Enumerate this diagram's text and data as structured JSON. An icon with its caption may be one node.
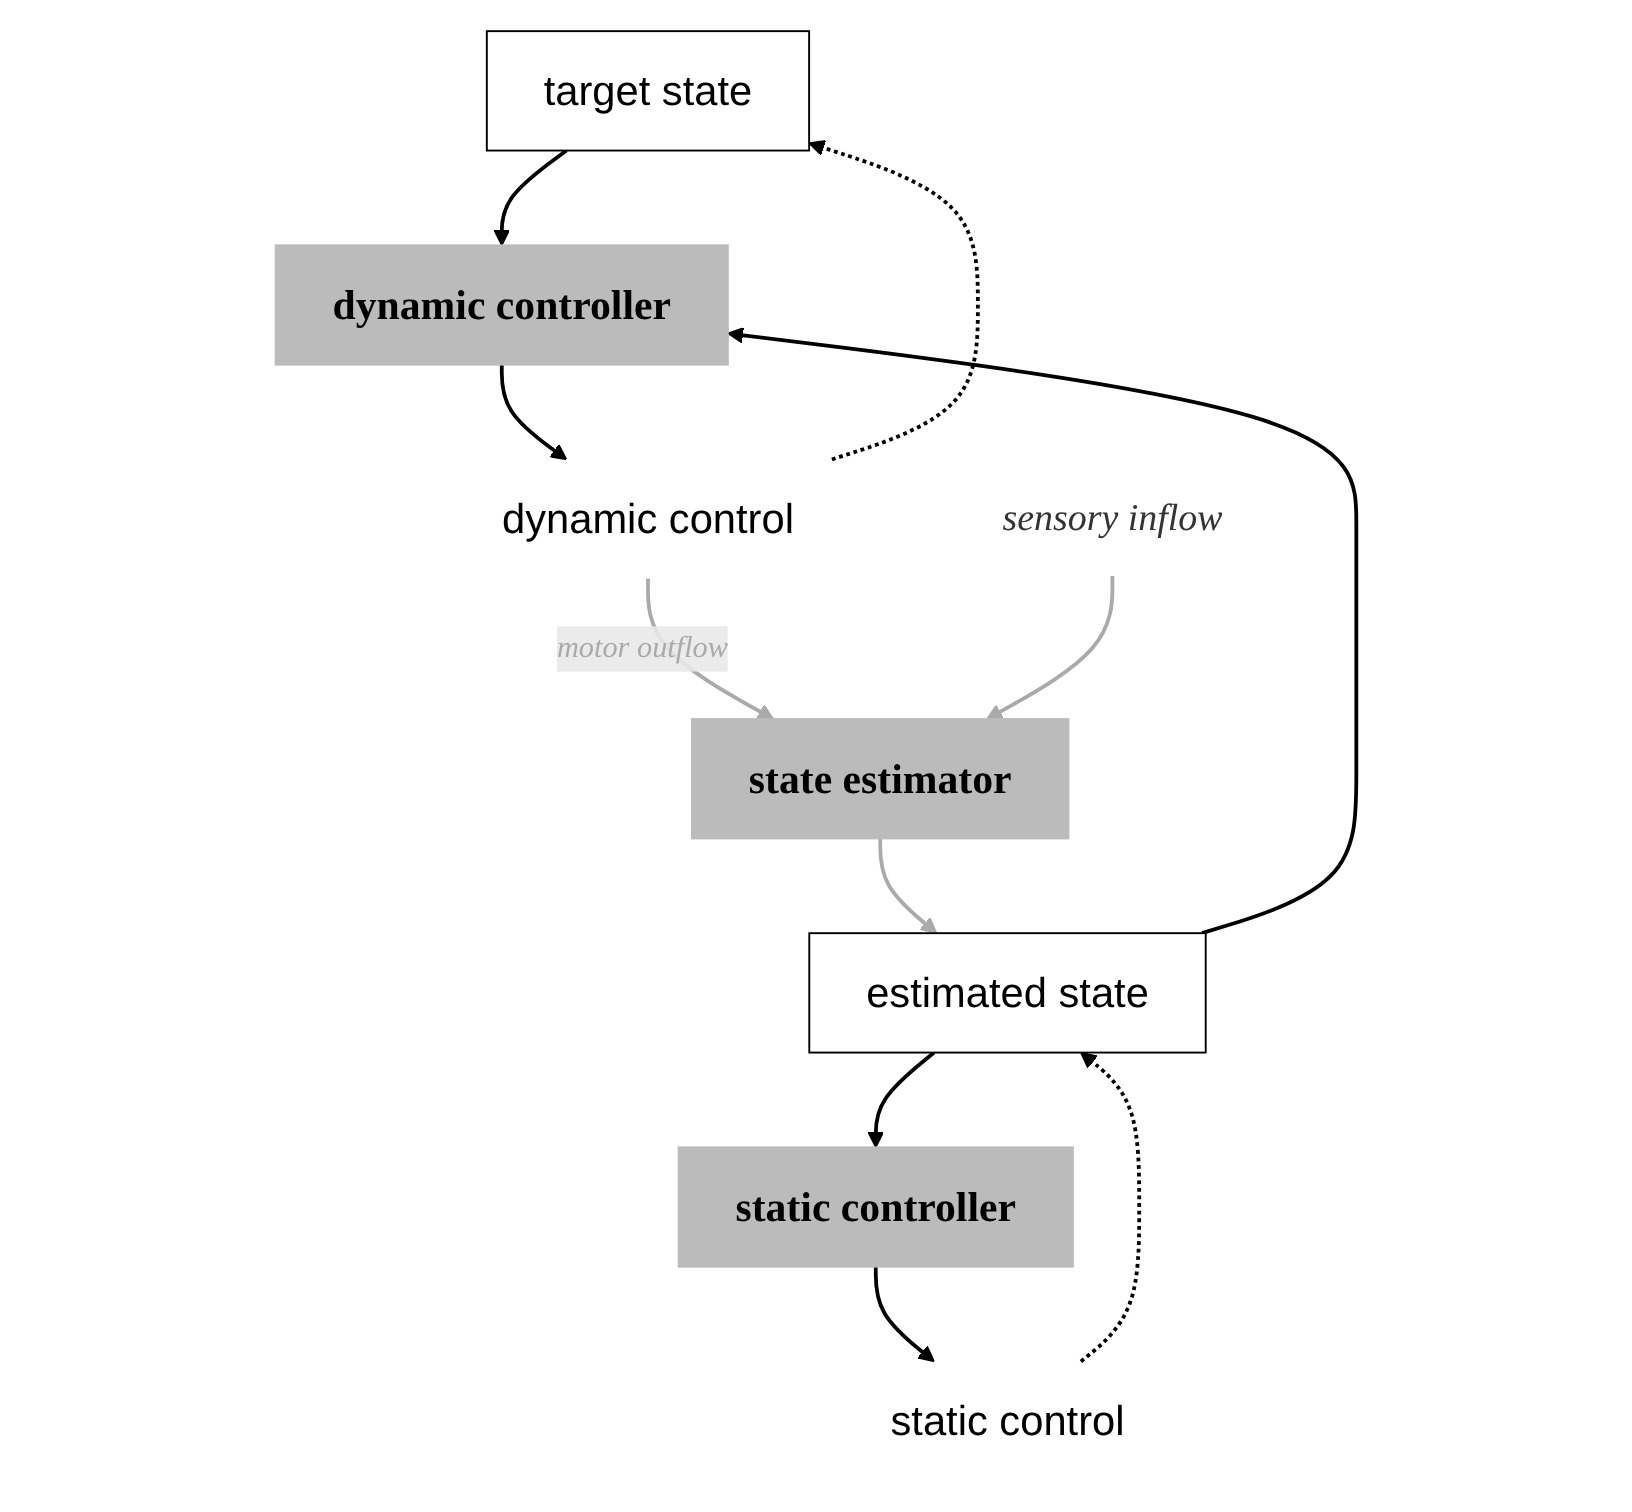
{
  "diagram": {
    "nodes": [
      {
        "text": [
          "target state"
        ]
      },
      {
        "text": [
          "estimated state"
        ]
      },
      {
        "text": [
          "dynamic controller"
        ]
      },
      {
        "text": [
          "static controller"
        ]
      },
      {
        "text": [
          "state estimator"
        ]
      },
      {
        "text": [
          "dynamic control"
        ]
      },
      {
        "text": [
          "static control"
        ]
      },
      {
        "text": [
          "sensory inflow"
        ]
      }
    ],
    "edges": [
      {
        "from": 0,
        "to": 2,
        "arrow": "to"
      },
      {
        "from": 1,
        "to": 2,
        "arrow": "to"
      },
      {
        "from": 1,
        "to": 3,
        "arrow": "to"
      },
      {
        "from": 2,
        "to": 5,
        "arrow": "to"
      },
      {
        "from": 3,
        "to": 6,
        "arrow": "to"
      },
      {
        "from": 5,
        "to": 0,
        "arrow": "to",
        "style": "dashed"
      },
      {
        "from": 6,
        "to": 1,
        "arrow": "to",
        "style": "dashed"
      },
      {
        "from": 4,
        "to": 1,
        "arrow": "to",
        "color": "#aaaaaa"
      },
      {
        "from": 5,
        "to": 4,
        "arrow": "to",
        "label": "motor outflow",
        "color": "#aaaaaa"
      },
      {
        "from": 7,
        "to": 4,
        "arrow": "to",
        "color": "#aaaaaa"
      }
    ]
  }
}
